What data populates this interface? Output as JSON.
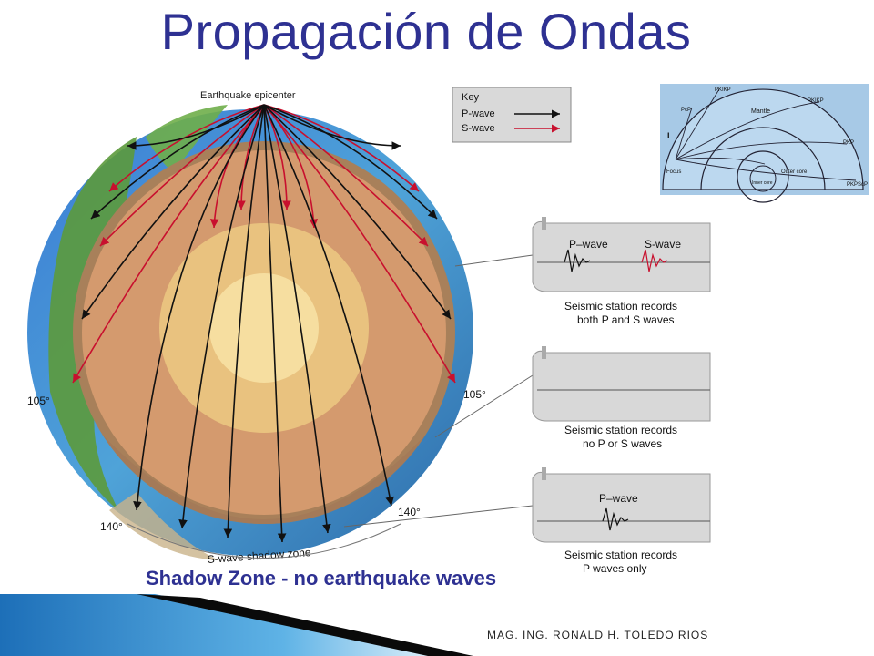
{
  "title": "Propagación de Ondas",
  "diagram": {
    "epicenter_label": "Earthquake epicenter",
    "key": {
      "title": "Key",
      "p_label": "P-wave",
      "s_label": "S-wave"
    },
    "angles": {
      "left_105": "105°",
      "right_105": "105°",
      "left_140": "140°",
      "right_140": "140°"
    },
    "shadow_label": "S-wave shadow zone",
    "caption": "Shadow Zone - no earthquake waves",
    "stations": [
      {
        "p": "P–wave",
        "s": "S-wave",
        "line1": "Seismic station records",
        "line2": "both P and S waves"
      },
      {
        "p": "",
        "s": "",
        "line1": "Seismic station records",
        "line2": "no P or S waves"
      },
      {
        "p": "P–wave",
        "s": "",
        "line1": "Seismic station records",
        "line2": "P waves only"
      }
    ],
    "inset": {
      "labels": [
        "PKIKP",
        "PcP",
        "PKIKP",
        "Mantle",
        "PKP",
        "Focus",
        "Outer core",
        "Inner core",
        "PKPScP",
        "L"
      ]
    }
  },
  "footer": "MAG. ING. RONALD H. TOLEDO RIOS",
  "colors": {
    "title": "#2e3192",
    "p_wave": "#111111",
    "s_wave": "#c8102e",
    "banner": "#2f7fc1"
  }
}
